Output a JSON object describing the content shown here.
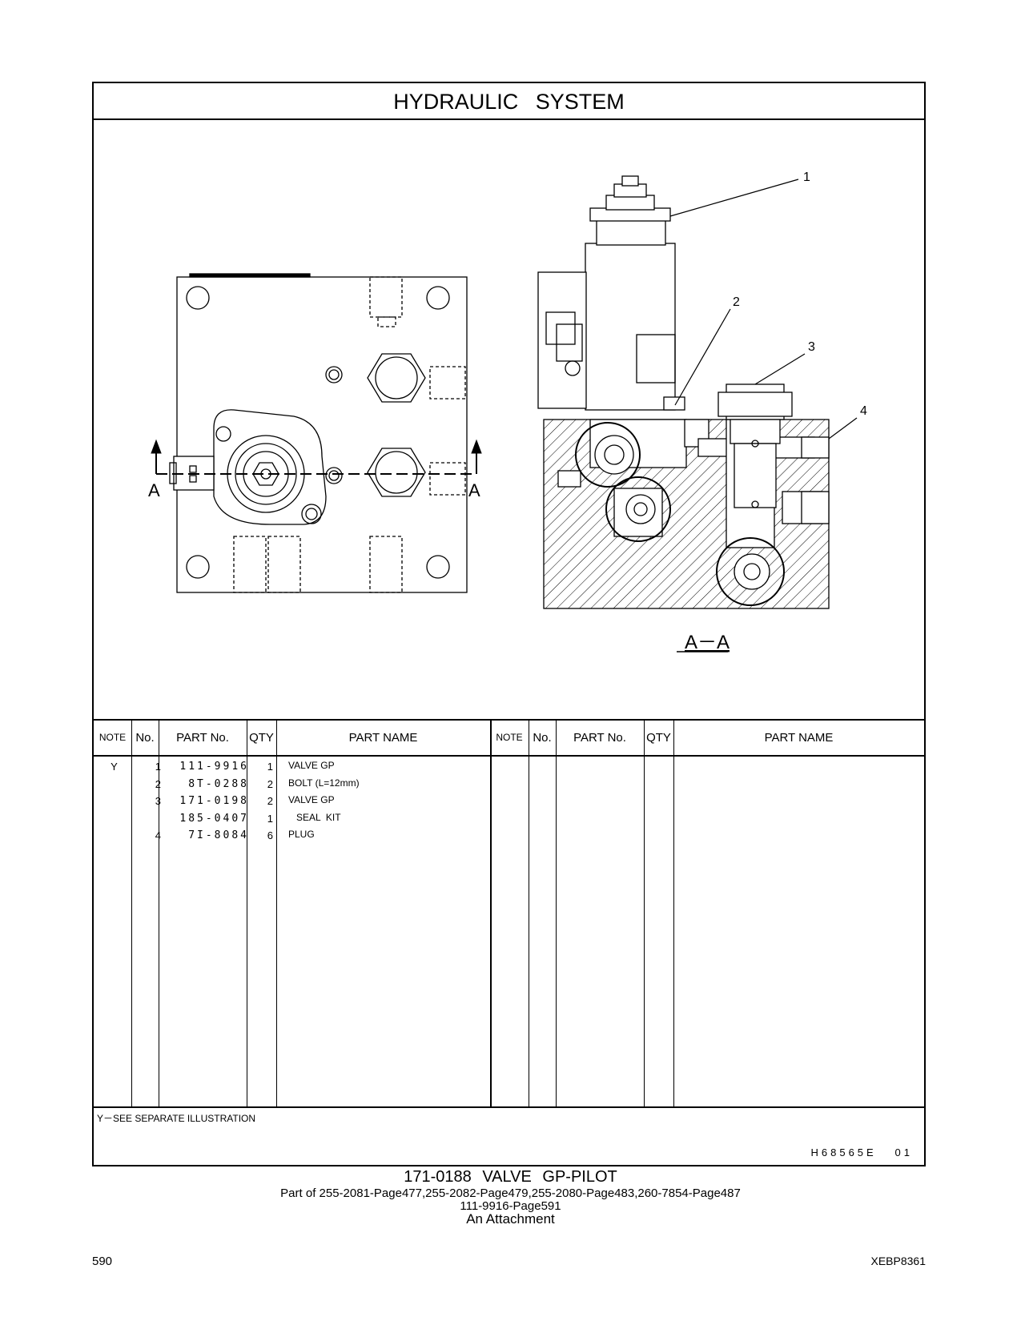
{
  "header": {
    "title": "HYDRAULIC  SYSTEM"
  },
  "illustration": {
    "callouts": [
      "1",
      "2",
      "3",
      "4"
    ],
    "section_marks": [
      "A",
      "A"
    ],
    "section_title": "A－A"
  },
  "table": {
    "headers": [
      "NOTE",
      "No.",
      "PART No.",
      "QTY",
      "PART NAME",
      "NOTE",
      "No.",
      "PART No.",
      "QTY",
      "PART NAME"
    ],
    "rows": [
      {
        "note": "Y",
        "no": "1",
        "part_no": "111-9916",
        "qty": "1",
        "name": "VALVE  GP"
      },
      {
        "note": "",
        "no": "2",
        "part_no": "8T-0288",
        "qty": "2",
        "name": "BOLT (L=12mm)"
      },
      {
        "note": "",
        "no": "3",
        "part_no": "171-0198",
        "qty": "2",
        "name": "VALVE  GP"
      },
      {
        "note": "",
        "no": "",
        "part_no": "185-0407",
        "qty": "1",
        "name": "   SEAL  KIT"
      },
      {
        "note": "",
        "no": "4",
        "part_no": "7I-8084",
        "qty": "6",
        "name": "PLUG"
      }
    ]
  },
  "footer": {
    "note": "Y－SEE  SEPARATE  ILLUSTRATION",
    "ref": "H68565E   01"
  },
  "caption": {
    "line1": "171-0188  VALVE  GP-PILOT",
    "line2": "Part of 255-2081-Page477,255-2082-Page479,255-2080-Page483,260-7854-Page487",
    "line3": "111-9916-Page591",
    "line4": "An Attachment"
  },
  "page": {
    "number": "590",
    "doc_code": "XEBP8361"
  }
}
